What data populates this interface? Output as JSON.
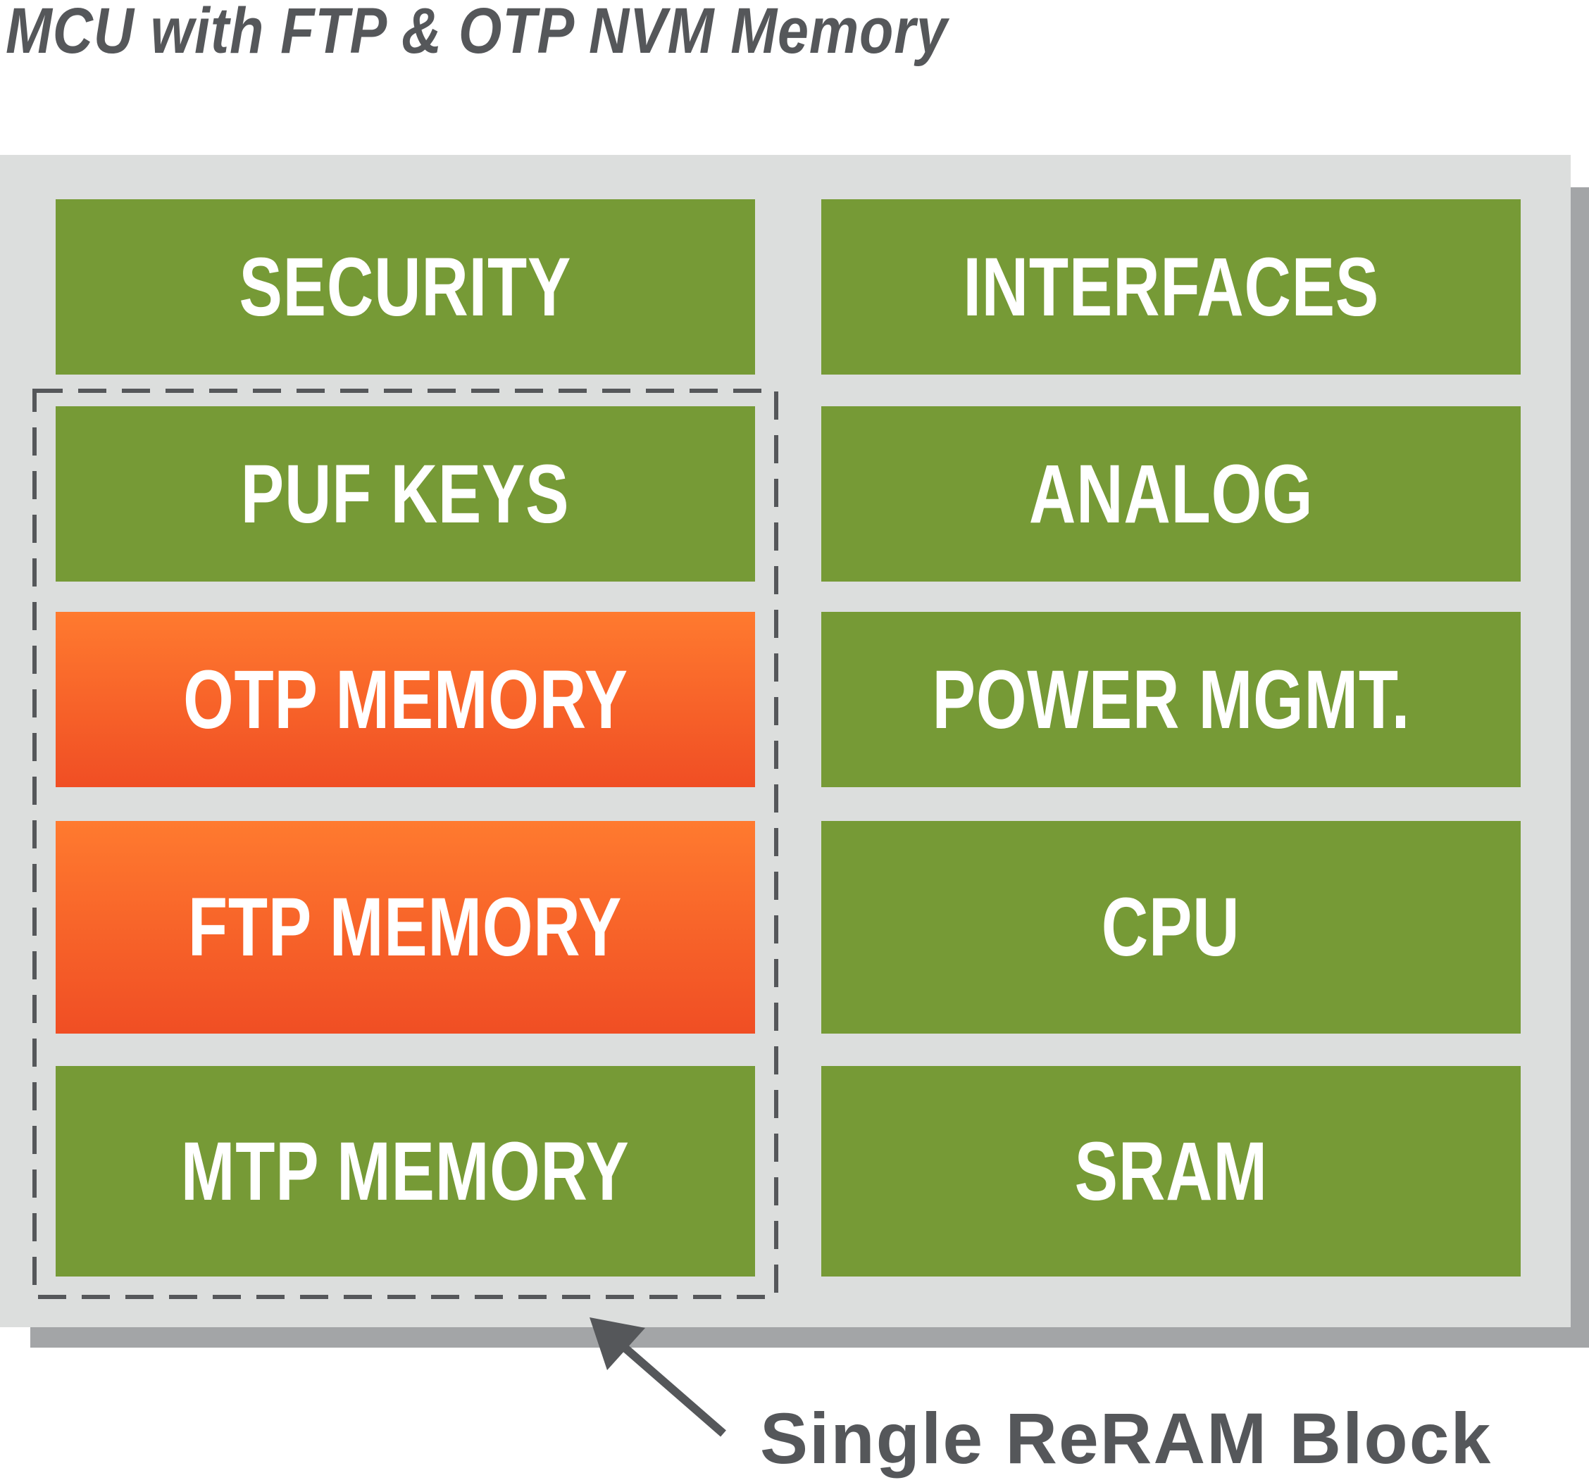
{
  "title": "MCU with FTP & OTP NVM Memory",
  "left_blocks": [
    "SECURITY",
    "PUF KEYS",
    "OTP MEMORY",
    "FTP MEMORY",
    "MTP MEMORY"
  ],
  "right_blocks": [
    "INTERFACES",
    "ANALOG",
    "POWER MGMT.",
    "CPU",
    "SRAM"
  ],
  "caption": "Single ReRAM Block",
  "colors": {
    "green": "#769a36",
    "orange_top": "#ff7a2f",
    "orange_bottom": "#f04e24",
    "panel": "#dcdedd",
    "text_gray": "#55575a"
  }
}
